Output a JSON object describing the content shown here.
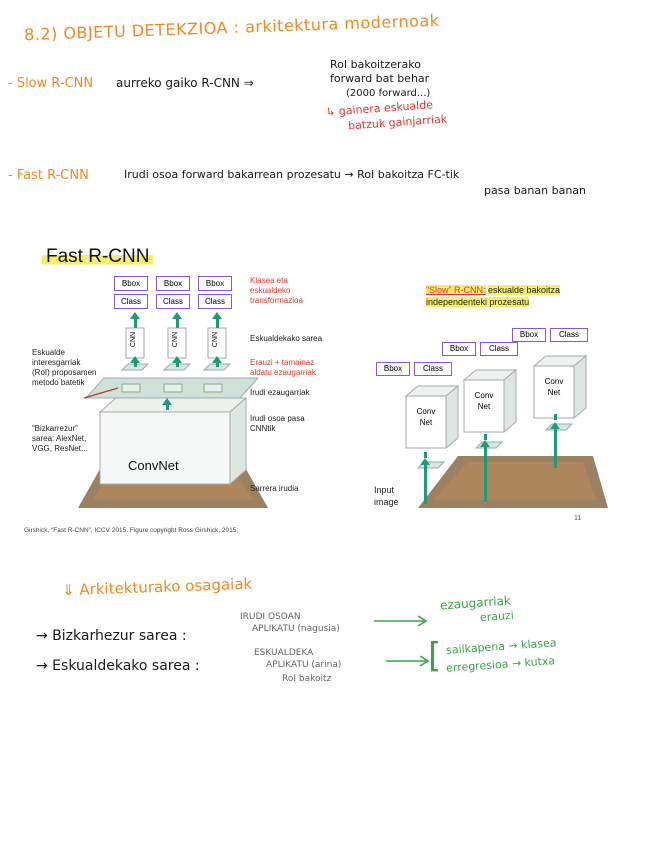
{
  "header": {
    "title": "8.2) OBJETU DETEKZIOA : arkitektura modernoak"
  },
  "slow": {
    "label": "- Slow R-CNN",
    "desc": "aurreko gaiko R-CNN ⇒",
    "note1": "RoI bakoitzerako",
    "note2": "forward bat behar",
    "note3": "(2000 forward...)",
    "red1": "↳ gainera eskualde",
    "red2": "batzuk gainjarriak"
  },
  "fast": {
    "label": "- Fast R-CNN",
    "desc": "Irudi osoa forward bakarrean prozesatu → RoI bakoitza FC-tik",
    "desc2": "pasa banan banan"
  },
  "slide": {
    "title": "Fast R-CNN",
    "bbox": "Bbox",
    "class": "Class",
    "cnn": "CNN",
    "convnet": "ConvNet",
    "conv_net": "Conv Net",
    "right_labels": {
      "r1": "Klasea eta eskualdeko transformazioa",
      "r2": "Eskualdekako sarea",
      "r3": "Erauzi + tamainaz aldatu ezaugarriak",
      "r4": "Irudi ezaugarriak",
      "r5": "Irudi osoa pasa CNNtik",
      "r6": "Sarrera irudia"
    },
    "left_labels": {
      "l1": "Eskualde interesgarriak (RoI) proposamen metodo batetik",
      "l2": "“Bizkarrezur” sarea: AlexNet, VGG, ResNet..."
    },
    "slow_title": "“Slow” R-CNN:",
    "slow_desc": "eskualde bakoitza independenteki prozesatu",
    "input_image": "Input image",
    "page_number": "11",
    "citation": "Girshick, “Fast R-CNN”, ICCV 2015. Figure copyright Ross Girshick, 2015;"
  },
  "arch": {
    "heading": "⇓  Arkitekturako osagaiak",
    "backbone": "→ Bizkarhezur sarea :",
    "backbone_note1": "IRUDI OSOAN",
    "backbone_note2": "APLIKATU (nagusia)",
    "backbone_result1": "ezaugarriak",
    "backbone_result2": "erauzi",
    "region": "→ Eskualdekako sarea :",
    "region_note1": "ESKUALDEKA",
    "region_note2": "APLIKATU (arina)",
    "region_note3": "RoI bakoitz",
    "region_result1": "sailkapena → klasea",
    "region_result2": "erregresioa → kutxa"
  },
  "colors": {
    "orange": "#f08a24",
    "red": "#e0352b",
    "green": "#3aa34a",
    "teal": "#1e9c7a",
    "purple": "#8a5ac8",
    "highlight": "#f6ef6a"
  }
}
